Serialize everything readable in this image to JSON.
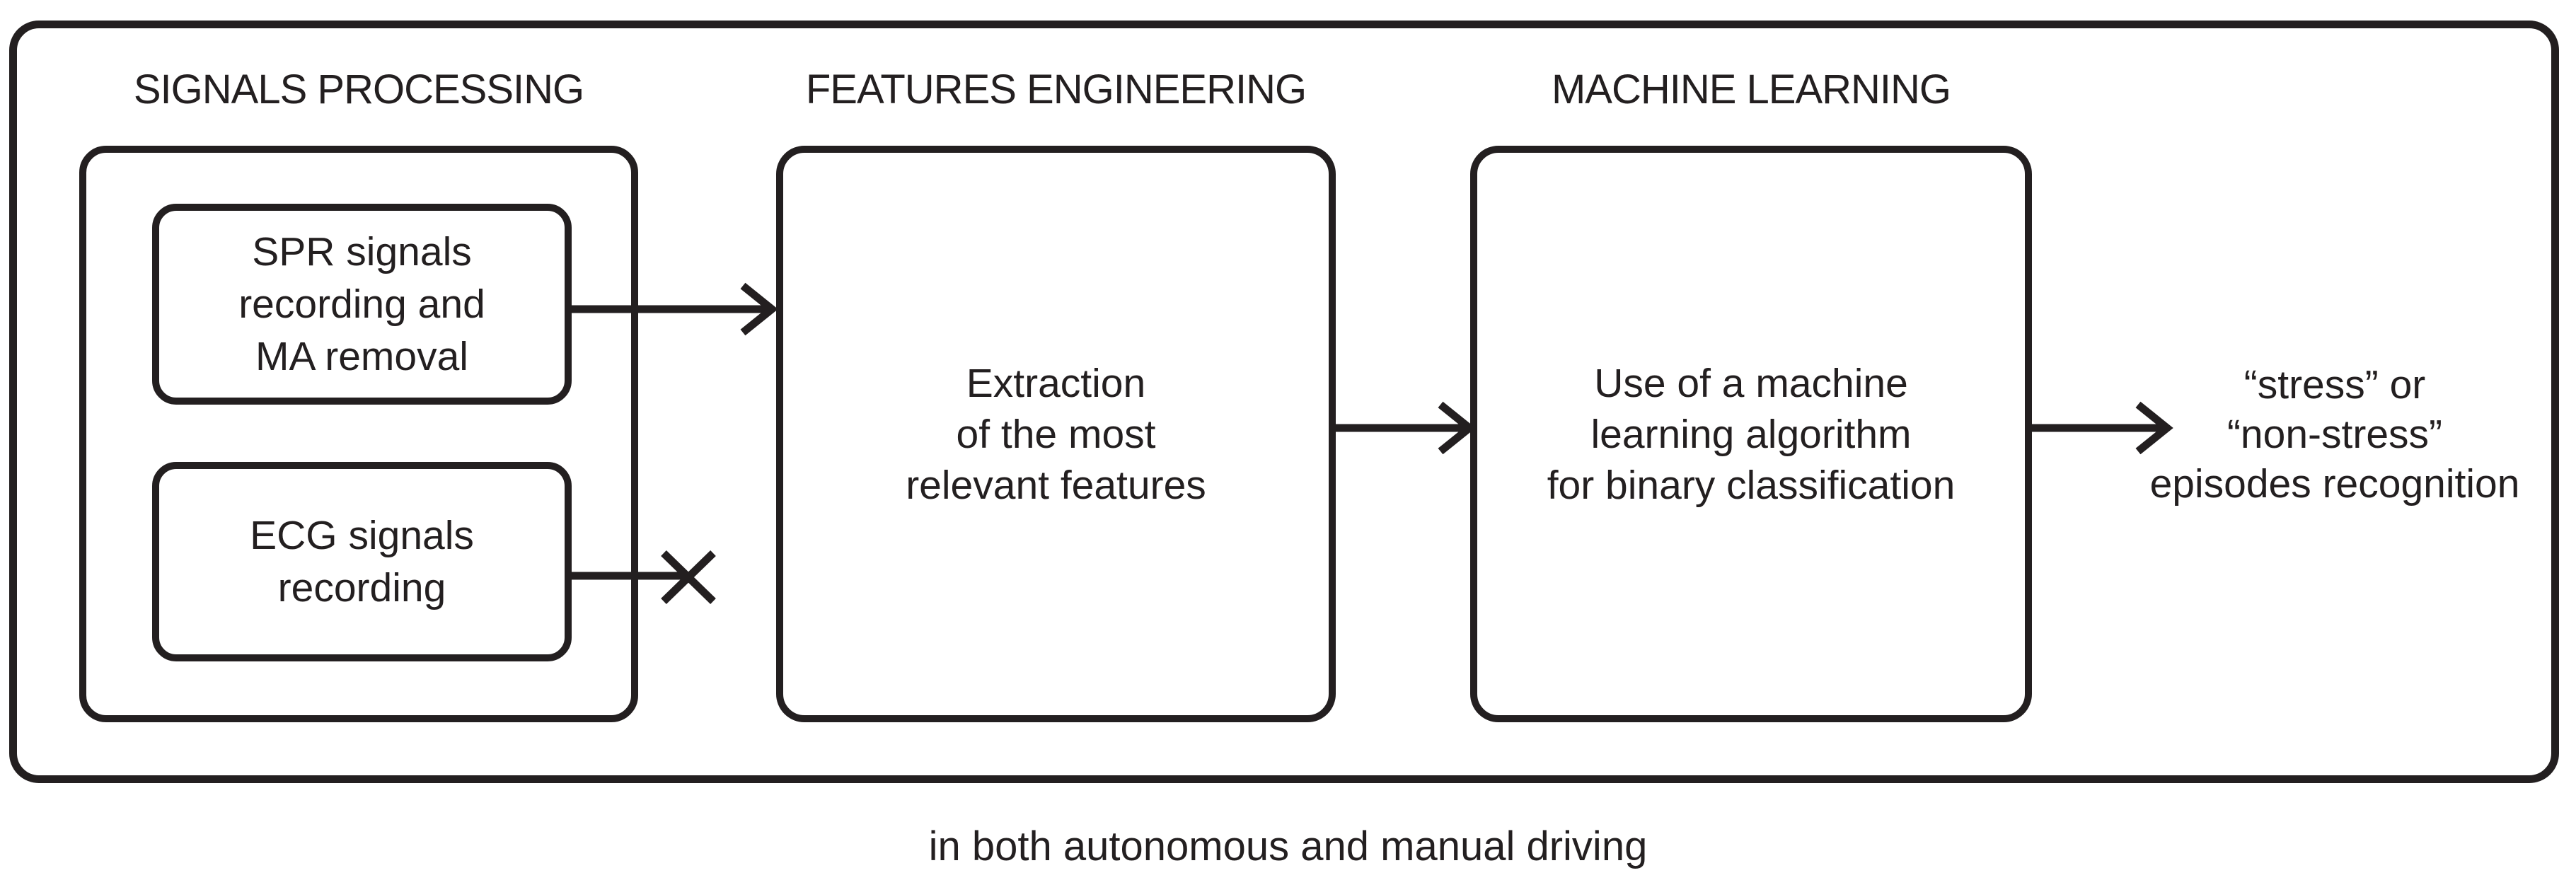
{
  "colors": {
    "ink": "#231f20",
    "background": "#ffffff"
  },
  "stages": {
    "signals_processing": {
      "title": "SIGNALS PROCESSING",
      "spr_box": {
        "line1": "SPR signals",
        "line2": "recording and",
        "line3": "MA removal"
      },
      "ecg_box": {
        "line1": "ECG signals",
        "line2": "recording"
      }
    },
    "features_engineering": {
      "title": "FEATURES ENGINEERING",
      "box": {
        "line1": "Extraction",
        "line2": "of the most",
        "line3": "relevant features"
      }
    },
    "machine_learning": {
      "title": "MACHINE LEARNING",
      "box": {
        "line1": "Use of a machine",
        "line2": "learning algorithm",
        "line3": "for binary classification"
      }
    }
  },
  "output": {
    "line1": "“stress” or",
    "line2": "“non-stress”",
    "line3": "episodes recognition"
  },
  "caption": "in both autonomous and manual driving"
}
